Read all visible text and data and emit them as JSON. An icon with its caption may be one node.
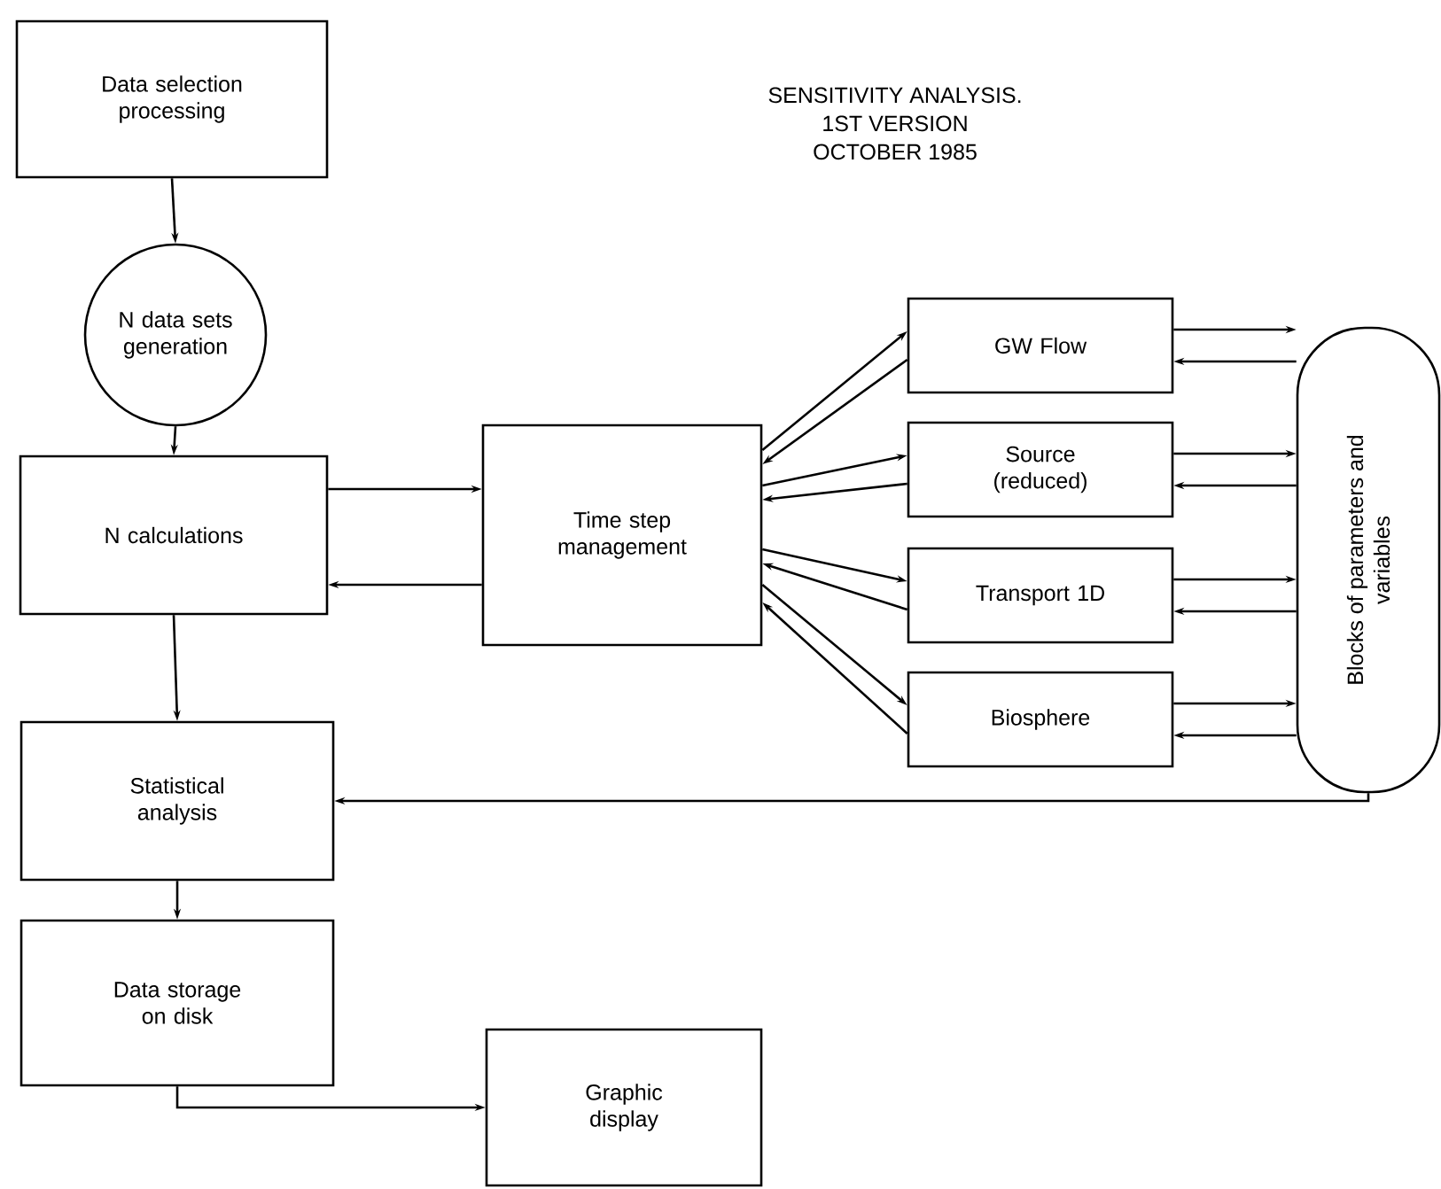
{
  "diagram": {
    "title": "SENSITIVITY ANALYSIS.",
    "nodes": [
      {
        "text": [
          "Data selection processing"
        ]
      },
      {
        "text": [
          "N data sets generation"
        ]
      },
      {
        "text": [
          "N calculations"
        ]
      },
      {
        "text": [
          "Time step management"
        ]
      },
      {
        "text": [
          "GW Flow"
        ]
      },
      {
        "text": [
          "Source (reduced)"
        ]
      },
      {
        "text": [
          "Transport 1D"
        ]
      },
      {
        "text": [
          "Biosphere"
        ]
      },
      {
        "text": [
          "Blocks of parameters and variables"
        ]
      },
      {
        "text": [
          "Statistical analysis"
        ]
      },
      {
        "text": [
          "Data storage on disk"
        ]
      },
      {
        "text": [
          "Graphic display"
        ]
      }
    ],
    "edges": [
      {
        "from": 0,
        "to": 1,
        "arrow": "to"
      },
      {
        "from": 1,
        "to": 2,
        "arrow": "to"
      },
      {
        "from": 2,
        "to": 3,
        "arrow": "to"
      },
      {
        "from": 3,
        "to": 2,
        "arrow": "to"
      },
      {
        "from": 3,
        "to": 4,
        "arrow": "to"
      },
      {
        "from": 4,
        "to": 3,
        "arrow": "to"
      },
      {
        "from": 3,
        "to": 5,
        "arrow": "to"
      },
      {
        "from": 5,
        "to": 3,
        "arrow": "to"
      },
      {
        "from": 3,
        "to": 6,
        "arrow": "to"
      },
      {
        "from": 6,
        "to": 3,
        "arrow": "to"
      },
      {
        "from": 3,
        "to": 7,
        "arrow": "to"
      },
      {
        "from": 7,
        "to": 3,
        "arrow": "to"
      },
      {
        "from": 4,
        "to": 8,
        "arrow": "to"
      },
      {
        "from": 8,
        "to": 4,
        "arrow": "to"
      },
      {
        "from": 5,
        "to": 8,
        "arrow": "to"
      },
      {
        "from": 8,
        "to": 5,
        "arrow": "to"
      },
      {
        "from": 6,
        "to": 8,
        "arrow": "to"
      },
      {
        "from": 8,
        "to": 6,
        "arrow": "to"
      },
      {
        "from": 7,
        "to": 8,
        "arrow": "to"
      },
      {
        "from": 8,
        "to": 7,
        "arrow": "to"
      },
      {
        "from": 8,
        "to": 9,
        "arrow": "to"
      },
      {
        "from": 2,
        "to": 9,
        "arrow": "to"
      },
      {
        "from": 9,
        "to": 10,
        "arrow": "to"
      },
      {
        "from": 10,
        "to": 11,
        "arrow": "to"
      }
    ],
    "labels": [
      "1ST VERSION",
      "OCTOBER 1985"
    ]
  }
}
